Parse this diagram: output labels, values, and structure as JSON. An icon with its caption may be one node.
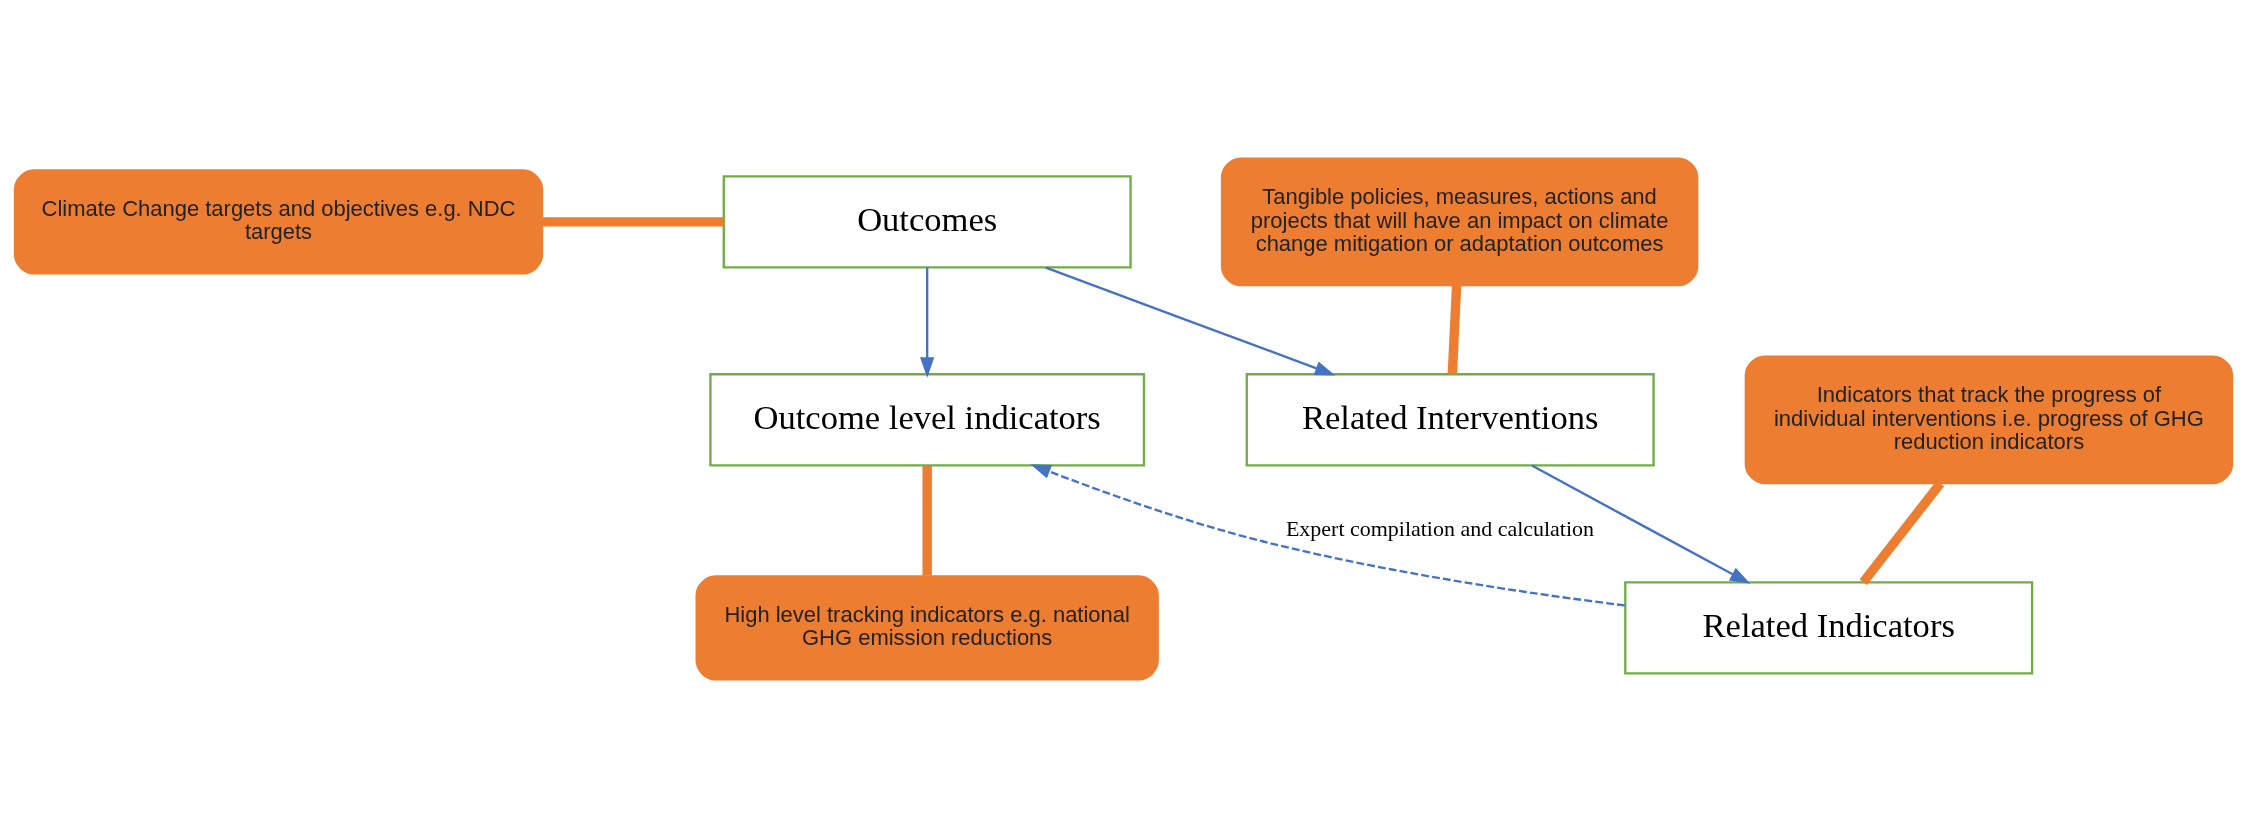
{
  "diagram": {
    "nodes": [
      {
        "text": [
          "Outcomes"
        ]
      },
      {
        "text": [
          "Outcome level indicators"
        ]
      },
      {
        "text": [
          "Related Interventions"
        ]
      },
      {
        "text": [
          "Related Indicators"
        ]
      },
      {
        "text": [
          "Climate Change targets and objectives e.g. NDC targets"
        ]
      },
      {
        "text": [
          "Tangible policies, measures, actions and projects that will have an impact on climate change mitigation or adaptation outcomes"
        ]
      },
      {
        "text": [
          "High level tracking indicators e.g. national GHG emission reductions"
        ]
      },
      {
        "text": [
          "Indicators that track the progress of individual interventions i.e. progress of GHG reduction indicators"
        ]
      }
    ],
    "edges": [
      {
        "from": 0,
        "to": 1,
        "arrow": "to"
      },
      {
        "from": 0,
        "to": 2,
        "arrow": "to"
      },
      {
        "from": 2,
        "to": 3,
        "arrow": "to"
      },
      {
        "from": 3,
        "to": 1,
        "arrow": "to",
        "style": "dashed",
        "label": "Expert compilation and calculation"
      },
      {
        "from": 4,
        "to": 0,
        "arrow": "none",
        "style": "thick",
        "color": "#ed7d31"
      },
      {
        "from": 5,
        "to": 2,
        "arrow": "none",
        "style": "thick",
        "color": "#ed7d31"
      },
      {
        "from": 6,
        "to": 1,
        "arrow": "none",
        "style": "thick",
        "color": "#ed7d31"
      },
      {
        "from": 7,
        "to": 3,
        "arrow": "none",
        "style": "thick",
        "color": "#ed7d31"
      }
    ]
  }
}
